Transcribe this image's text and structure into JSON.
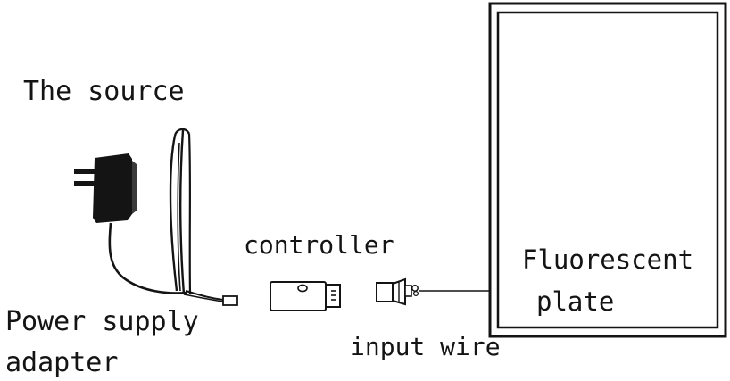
{
  "labels": {
    "source": "The source",
    "adapter_line1": "Power supply",
    "adapter_line2": "adapter",
    "controller": "controller",
    "input_wire": "input wire",
    "plate_line1": "Fluorescent",
    "plate_line2": "plate"
  },
  "colors": {
    "ink": "#141414",
    "background": "#ffffff"
  },
  "icons": [
    "power-adapter-icon",
    "usb-controller-icon",
    "input-wire-plug-icon",
    "fluorescent-plate-icon"
  ]
}
